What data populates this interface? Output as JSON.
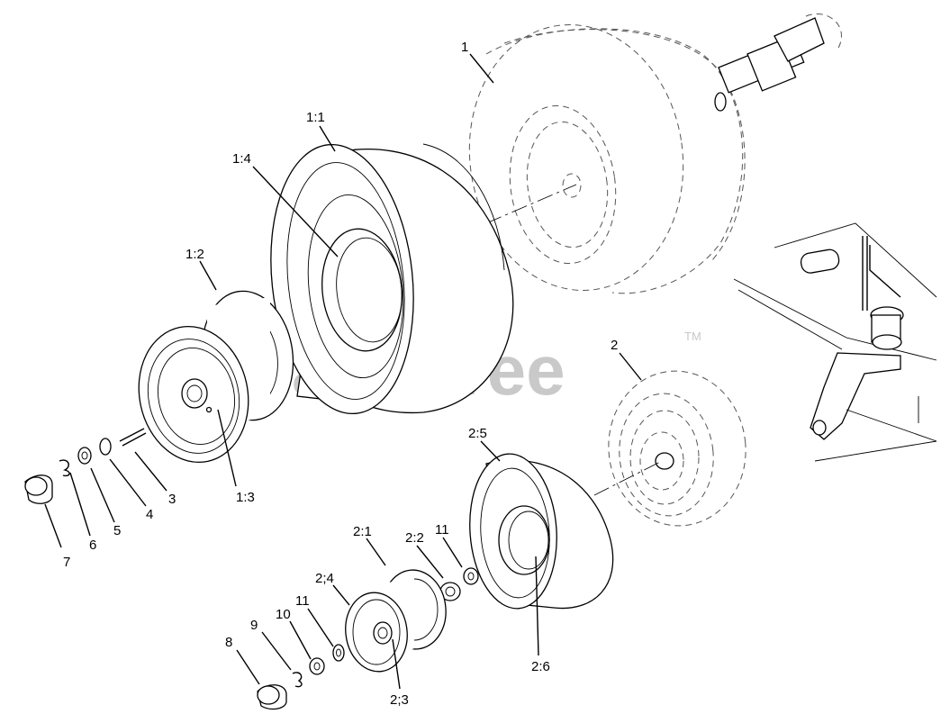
{
  "watermark": {
    "text": "PartsTree",
    "trademark": "TM"
  },
  "callouts": {
    "c1": "1",
    "c1_1": "1:1",
    "c1_2": "1:2",
    "c1_3": "1:3",
    "c1_4": "1:4",
    "c2": "2",
    "c2_1": "2:1",
    "c2_2": "2:2",
    "c2_3": "2;3",
    "c2_4": "2;4",
    "c2_5": "2:5",
    "c2_6": "2:6",
    "c3": "3",
    "c4": "4",
    "c5": "5",
    "c6": "6",
    "c7": "7",
    "c8": "8",
    "c9": "9",
    "c10": "10",
    "c11a": "11",
    "c11b": "11"
  }
}
